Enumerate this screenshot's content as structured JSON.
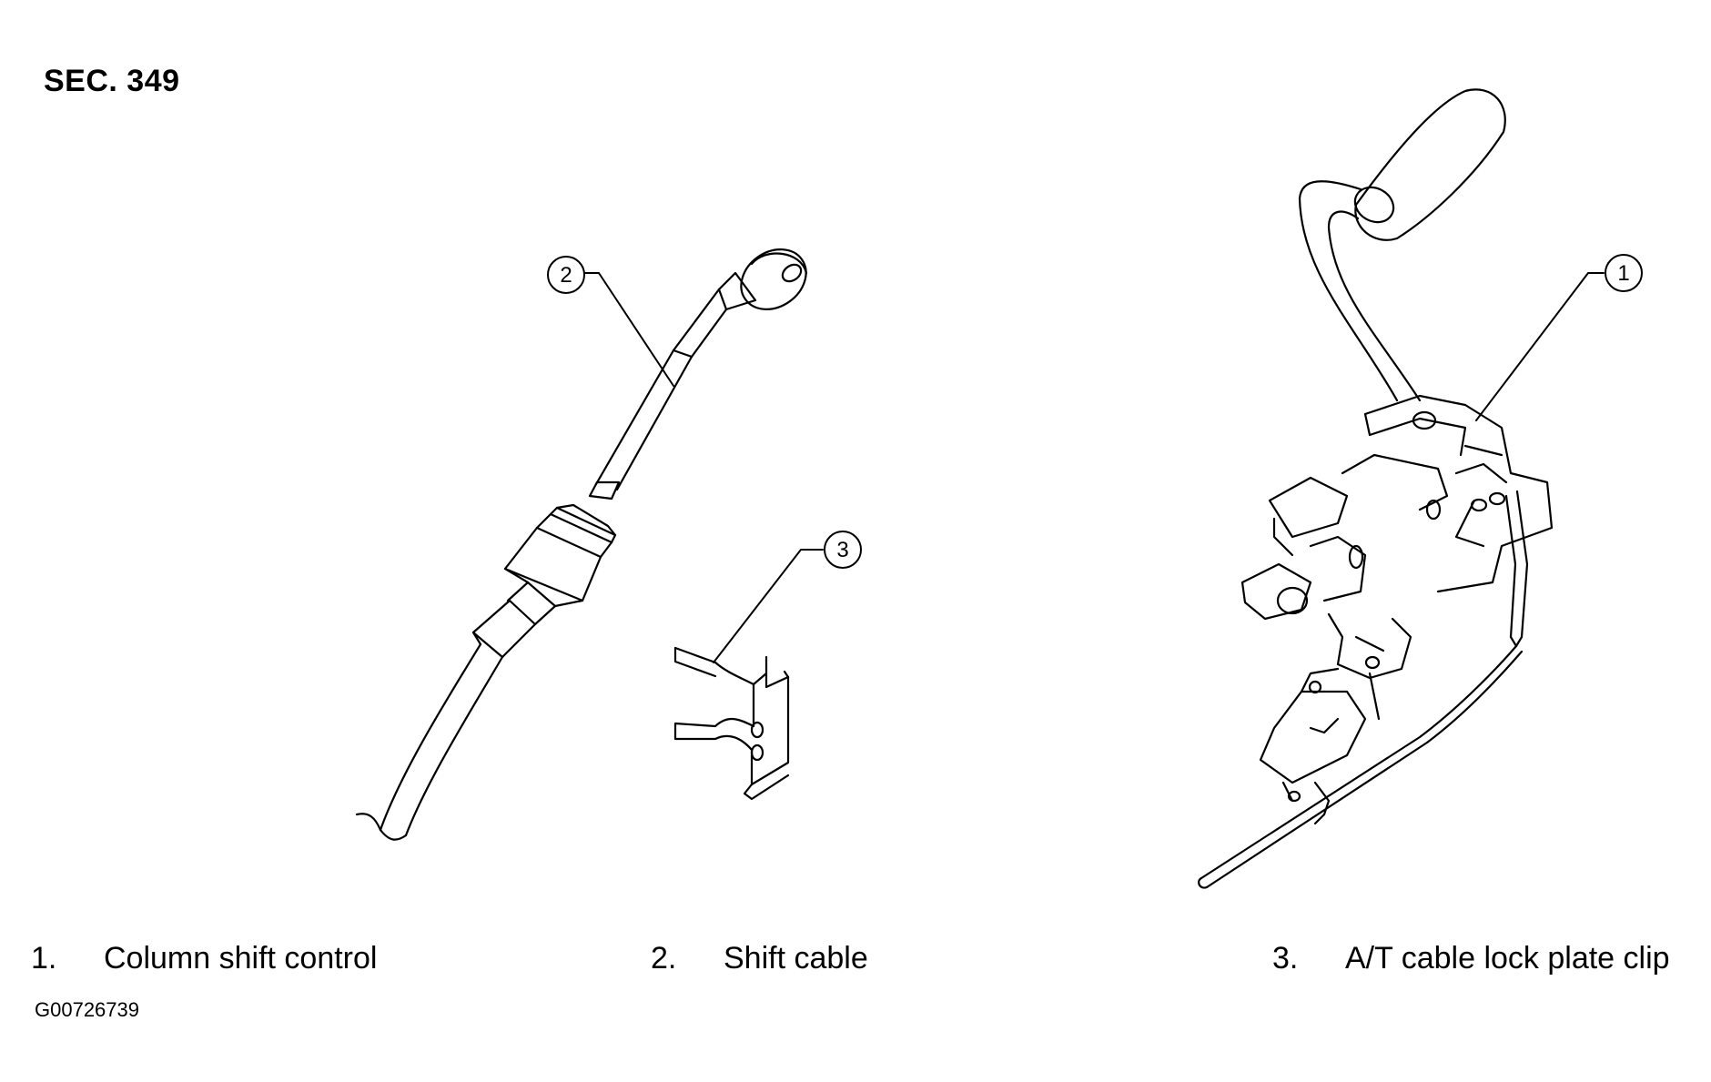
{
  "section_title": "SEC. 349",
  "figure_id": "G00726739",
  "callouts": [
    "1",
    "2",
    "3"
  ],
  "legend": [
    {
      "number": "1.",
      "label": "Column shift control"
    },
    {
      "number": "2.",
      "label": "Shift cable"
    },
    {
      "number": "3.",
      "label": "A/T cable lock plate clip"
    }
  ]
}
